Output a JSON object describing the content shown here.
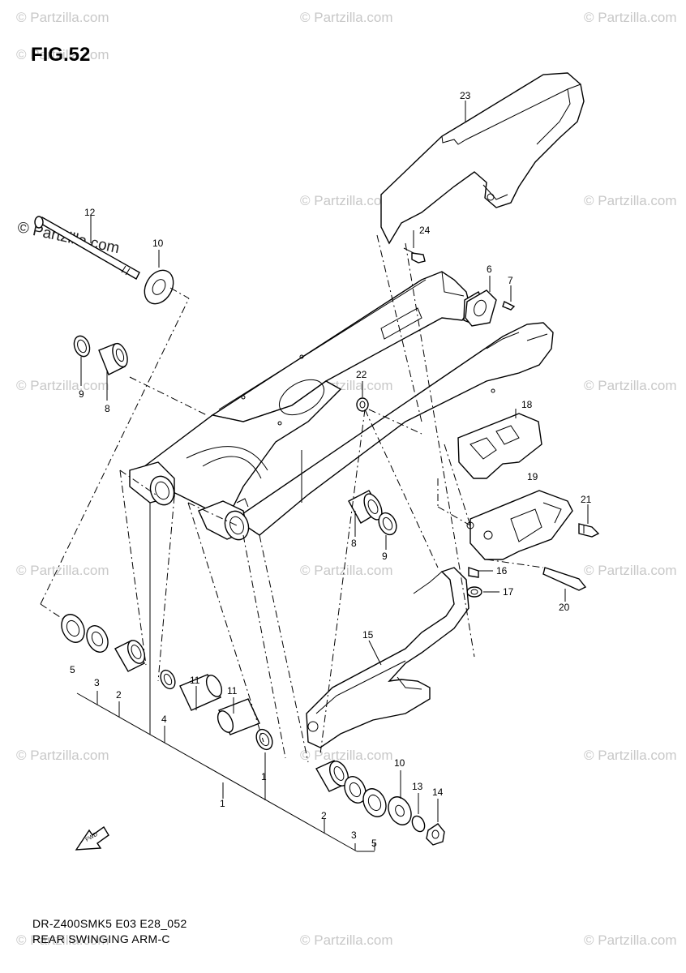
{
  "figure": {
    "title": "FIG.52"
  },
  "caption": {
    "model": "DR-Z400SMK5 E03 E28_052",
    "name": "REAR SWINGING ARM-C"
  },
  "watermark": {
    "text": "© Partzilla.com",
    "color": "#c8c8c8"
  },
  "arrow": {
    "label": "FWD"
  },
  "parts": [
    {
      "id": "p23",
      "number": "23"
    },
    {
      "id": "p24",
      "number": "24"
    },
    {
      "id": "p12",
      "number": "12"
    },
    {
      "id": "p10a",
      "number": "10"
    },
    {
      "id": "p6",
      "number": "6"
    },
    {
      "id": "p7",
      "number": "7"
    },
    {
      "id": "p9a",
      "number": "9"
    },
    {
      "id": "p8a",
      "number": "8"
    },
    {
      "id": "p22",
      "number": "22"
    },
    {
      "id": "p18",
      "number": "18"
    },
    {
      "id": "p19",
      "number": "19"
    },
    {
      "id": "p21",
      "number": "21"
    },
    {
      "id": "p8b",
      "number": "8"
    },
    {
      "id": "p9b",
      "number": "9"
    },
    {
      "id": "p16",
      "number": "16"
    },
    {
      "id": "p17",
      "number": "17"
    },
    {
      "id": "p20",
      "number": "20"
    },
    {
      "id": "p15",
      "number": "15"
    },
    {
      "id": "p5a",
      "number": "5"
    },
    {
      "id": "p3a",
      "number": "3"
    },
    {
      "id": "p2a",
      "number": "2"
    },
    {
      "id": "p4",
      "number": "4"
    },
    {
      "id": "p11a",
      "number": "11"
    },
    {
      "id": "p11b",
      "number": "11"
    },
    {
      "id": "p1a",
      "number": "1"
    },
    {
      "id": "p1b",
      "number": "1"
    },
    {
      "id": "p2b",
      "number": "2"
    },
    {
      "id": "p3b",
      "number": "3"
    },
    {
      "id": "p5b",
      "number": "5"
    },
    {
      "id": "p10b",
      "number": "10"
    },
    {
      "id": "p13",
      "number": "13"
    },
    {
      "id": "p14",
      "number": "14"
    }
  ]
}
